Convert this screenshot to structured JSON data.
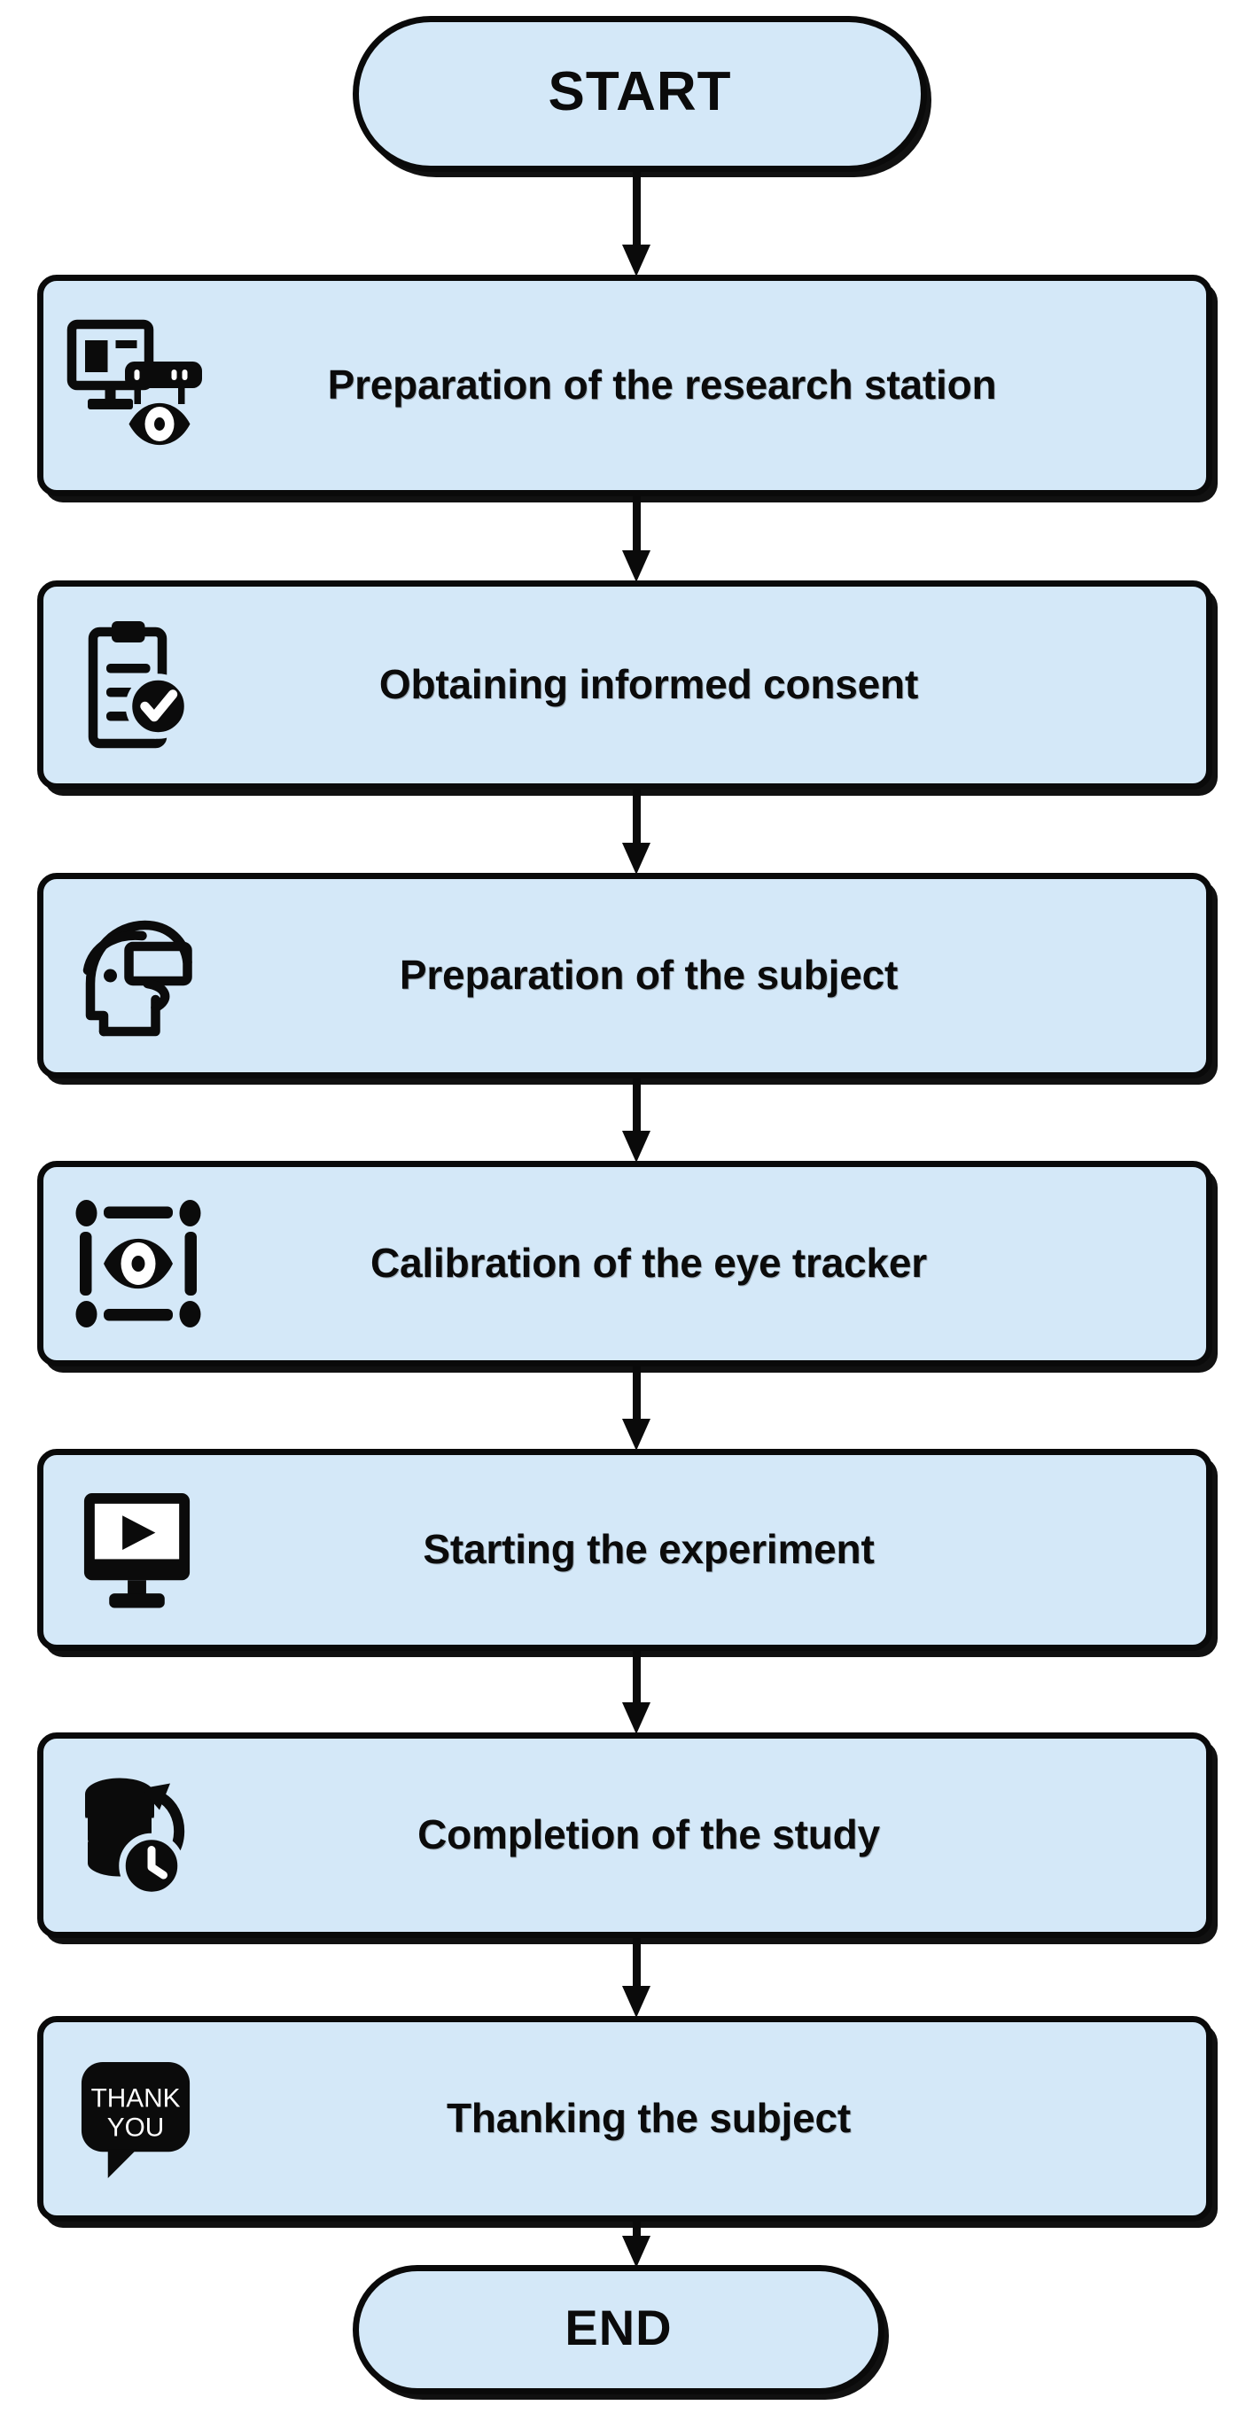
{
  "diagram": {
    "title": "Eye-tracking study procedure flowchart",
    "orientation": "top-to-bottom",
    "colors": {
      "node_fill": "#d4e8f8",
      "node_border": "#0a0a0a",
      "shadow": "#111111",
      "text": "#0b0b0b",
      "background": "#ffffff"
    },
    "start": {
      "label": "START",
      "shape": "terminator-capsule"
    },
    "end": {
      "label": "END",
      "shape": "terminator-capsule"
    },
    "steps": [
      {
        "index": 1,
        "label": "Preparation of the research station",
        "label_lines": [
          "Preparation of the research",
          "station"
        ],
        "icon": "monitor-eye-tracker-icon",
        "shape": "process-rounded-rect"
      },
      {
        "index": 2,
        "label": "Obtaining informed consent",
        "label_lines": [
          "Obtaining informed consent"
        ],
        "icon": "clipboard-check-icon",
        "shape": "process-rounded-rect"
      },
      {
        "index": 3,
        "label": "Preparation of the subject",
        "label_lines": [
          "Preparation of the subject"
        ],
        "icon": "head-vr-glasses-icon",
        "shape": "process-rounded-rect"
      },
      {
        "index": 4,
        "label": "Calibration of the eye tracker",
        "label_lines": [
          "Calibration of the eye tracker"
        ],
        "icon": "eye-calibration-target-icon",
        "shape": "process-rounded-rect"
      },
      {
        "index": 5,
        "label": "Starting the experiment",
        "label_lines": [
          "Starting the experiment"
        ],
        "icon": "monitor-play-icon",
        "shape": "process-rounded-rect"
      },
      {
        "index": 6,
        "label": "Completion of the study",
        "label_lines": [
          "Completion of the study"
        ],
        "icon": "database-clock-backup-icon",
        "shape": "process-rounded-rect"
      },
      {
        "index": 7,
        "label": "Thanking the subject",
        "label_lines": [
          "Thanking the subject"
        ],
        "icon": "thank-you-speech-bubble-icon",
        "icon_text_lines": [
          "THANK",
          "YOU"
        ],
        "shape": "process-rounded-rect"
      }
    ],
    "connectors": [
      {
        "from": "START",
        "to": "Preparation of the research station",
        "type": "arrow-down"
      },
      {
        "from": "Preparation of the research station",
        "to": "Obtaining informed consent",
        "type": "arrow-down"
      },
      {
        "from": "Obtaining informed consent",
        "to": "Preparation of the subject",
        "type": "arrow-down"
      },
      {
        "from": "Preparation of the subject",
        "to": "Calibration of the eye tracker",
        "type": "arrow-down"
      },
      {
        "from": "Calibration of the eye tracker",
        "to": "Starting the experiment",
        "type": "arrow-down"
      },
      {
        "from": "Starting the experiment",
        "to": "Completion of the study",
        "type": "arrow-down"
      },
      {
        "from": "Completion of the study",
        "to": "Thanking the subject",
        "type": "arrow-down"
      },
      {
        "from": "Thanking the subject",
        "to": "END",
        "type": "arrow-down"
      }
    ]
  }
}
